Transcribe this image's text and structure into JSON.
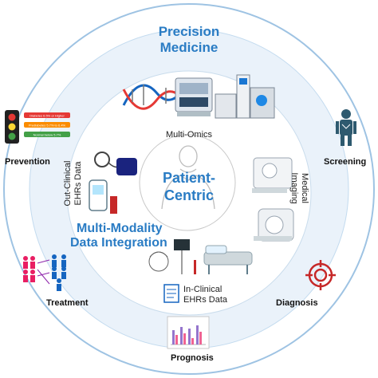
{
  "title": {
    "line1": "Precision",
    "line2": "Medicine"
  },
  "center": {
    "line1": "Patient-",
    "line2": "Centric"
  },
  "integration": {
    "line1": "Multi-Modality",
    "line2": "Data Integration"
  },
  "inner_labels": {
    "multi_omics": "Multi-Omics",
    "medical_imaging_1": "Medical",
    "medical_imaging_2": "Imaging",
    "out_clinical_1": "Out-Clinical",
    "out_clinical_2": "EHRs Data",
    "in_clinical_1": "In-Clinical",
    "in_clinical_2": "EHRs Data"
  },
  "outer_labels": {
    "prevention": "Prevention",
    "screening": "Screening",
    "treatment": "Treatment",
    "diagnosis": "Diagnosis",
    "prognosis": "Prognosis"
  },
  "traffic_light_labels": [
    {
      "text": "Diabetes 6.5% or Higher",
      "color": "#e53935"
    },
    {
      "text": "Prediabetes 5.7% to 6.4%",
      "color": "#fb8c00"
    },
    {
      "text": "Normal below 5.7%",
      "color": "#43a047"
    }
  ],
  "colors": {
    "accent": "#2a7cc4",
    "person_icon": "#2e5a6f",
    "target_icon": "#c62828"
  }
}
